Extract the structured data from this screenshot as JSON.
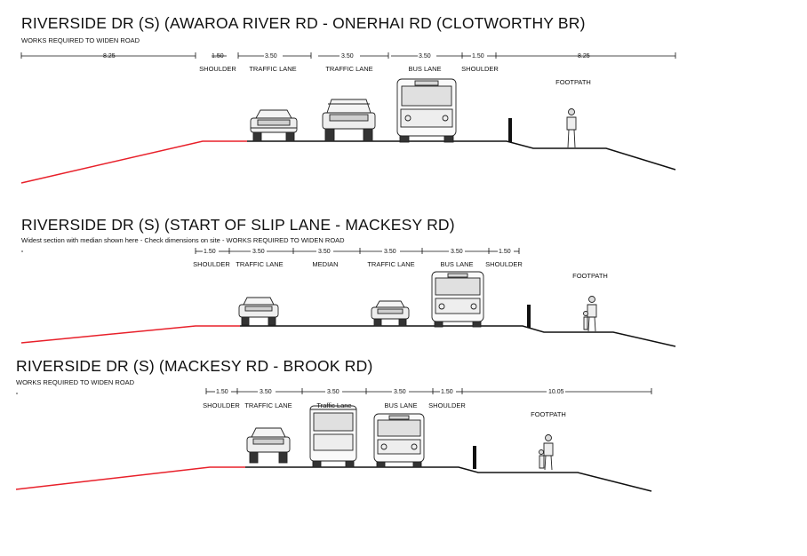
{
  "sections": [
    {
      "title": "RIVERSIDE DR (S) (AWAROA RIVER RD - ONERHAI RD (CLOTWORTHY BR)",
      "note": "WORKS REQUIRED TO WIDEN ROAD",
      "dims": [
        "8.25",
        "1.50",
        "3.50",
        "3.50",
        "3.50",
        "1.50",
        "8.25"
      ],
      "lanes": [
        "SHOULDER",
        "TRAFFIC LANE",
        "TRAFFIC LANE",
        "BUS LANE",
        "SHOULDER"
      ],
      "footpath": "FOOTPATH"
    },
    {
      "title": "RIVERSIDE DR (S) (START OF SLIP LANE - MACKESY RD)",
      "note": "Widest section with median shown here - Check dimensions on site - WORKS REQUIRED TO WIDEN ROAD",
      "dims": [
        "1.50",
        "3.50",
        "3.50",
        "3.50",
        "3.50",
        "1.50"
      ],
      "lanes": [
        "SHOULDER",
        "TRAFFIC LANE",
        "MEDIAN",
        "TRAFFIC LANE",
        "BUS LANE",
        "SHOULDER"
      ],
      "footpath": "FOOTPATH"
    },
    {
      "title": "RIVERSIDE DR (S) (MACKESY RD - BROOK RD)",
      "note": "WORKS REQUIRED TO WIDEN ROAD",
      "dims": [
        "1.50",
        "3.50",
        "3.50",
        "3.50",
        "1.50",
        "10.05"
      ],
      "lanes": [
        "SHOULDER",
        "TRAFFIC LANE",
        "Traffic Lane",
        "BUS LANE",
        "SHOULDER"
      ],
      "footpath": "FOOTPATH"
    }
  ],
  "colors": {
    "widening": "#e8202a",
    "existing": "#111111"
  }
}
